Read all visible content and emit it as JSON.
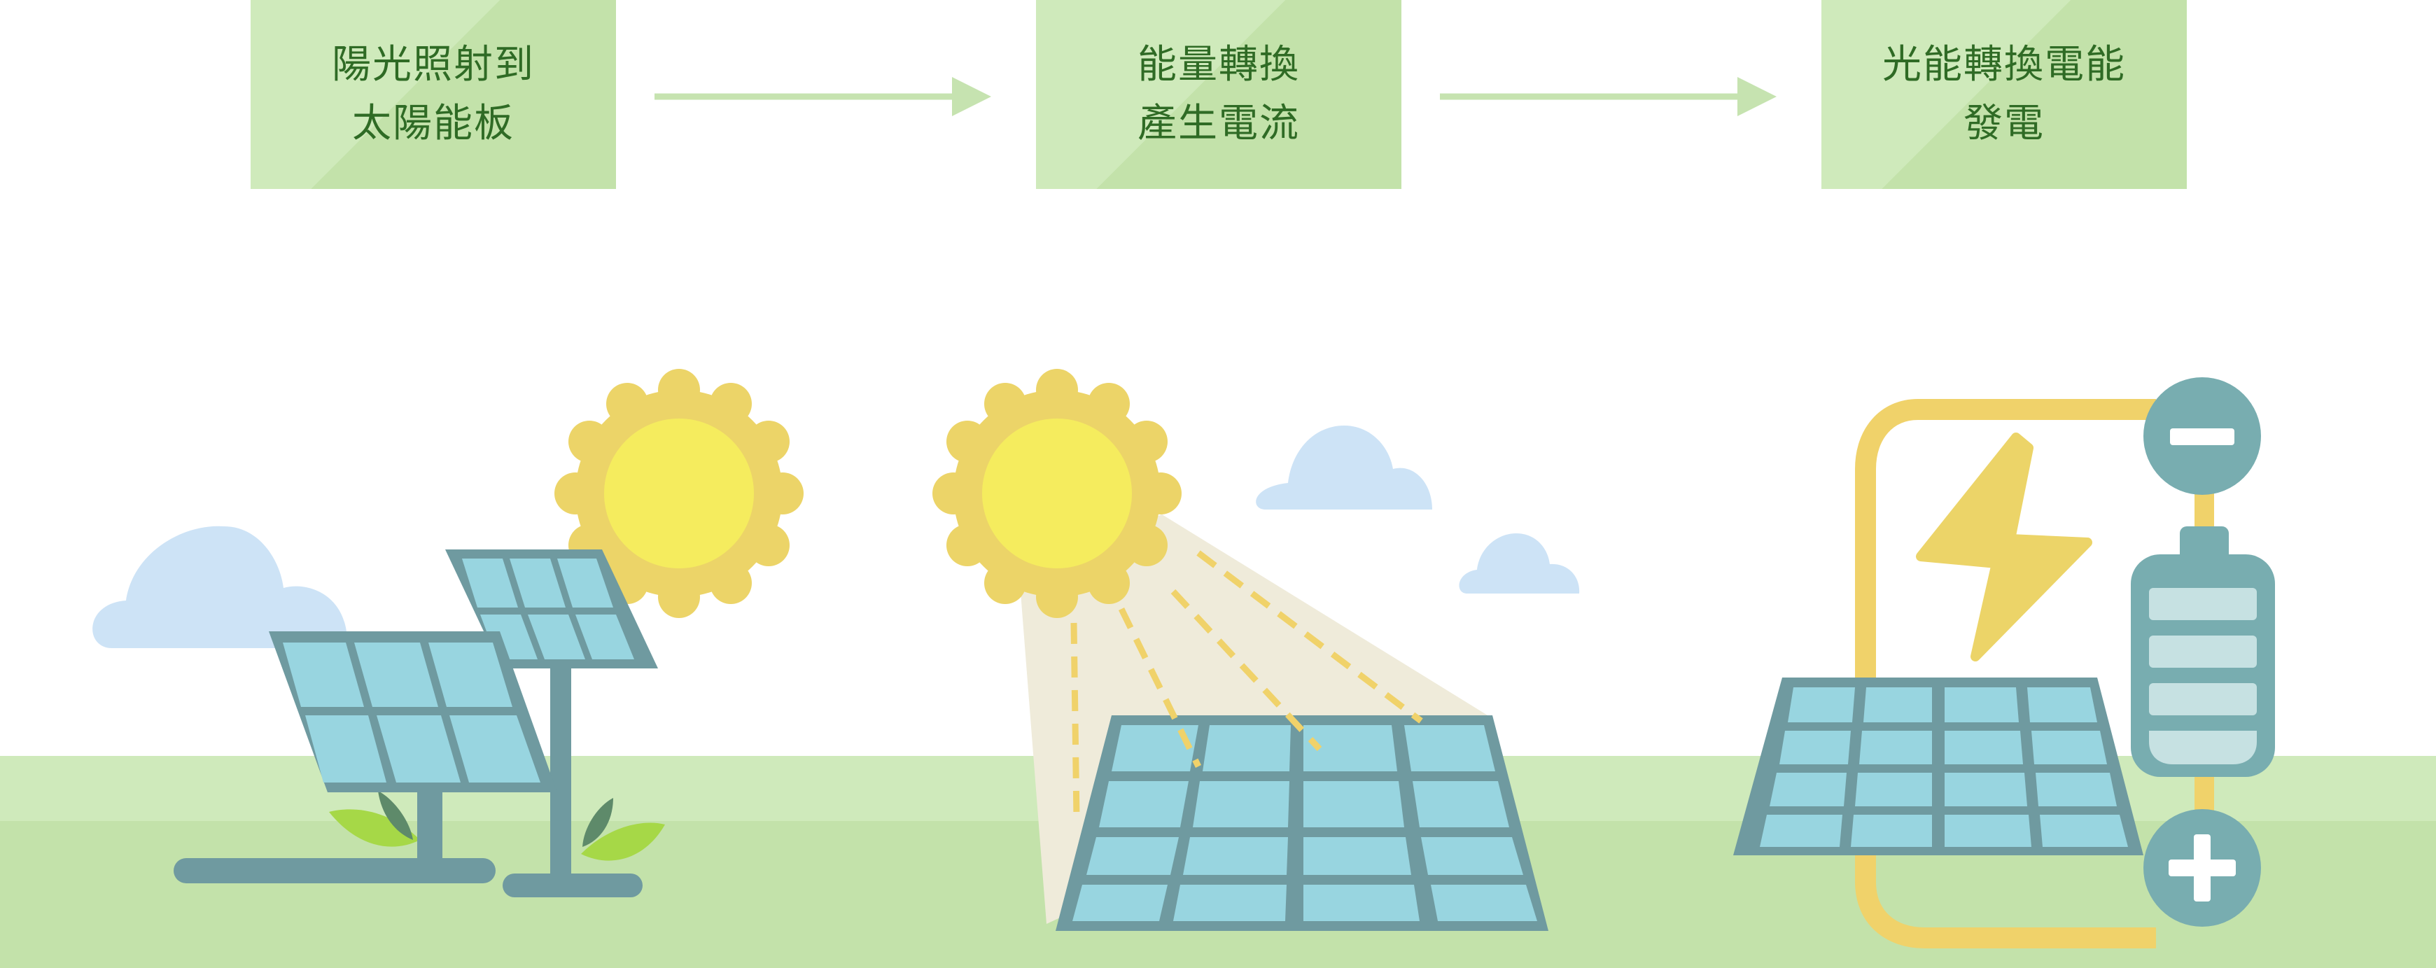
{
  "steps": [
    {
      "lines": [
        "陽光照射到",
        "太陽能板"
      ]
    },
    {
      "lines": [
        "能量轉換",
        "產生電流"
      ]
    },
    {
      "lines": [
        "光能轉換電能",
        "發電"
      ]
    }
  ],
  "colors": {
    "box": "#cfeabb",
    "box_shade": "#c3e2aa",
    "box_text": "#2f6b25",
    "arrow": "#c6e3b0",
    "ground_light": "#cfeabb",
    "ground": "#c3e2aa",
    "sky_cloud": "#cde3f6",
    "sun_outer": "#ecd468",
    "sun_inner": "#f5ec5e",
    "panel_frame": "#6f9aa0",
    "panel_cell": "#98d5e0",
    "beam": "#efebda",
    "ray": "#f0d26a",
    "leaf_light": "#a6d847",
    "leaf_dark": "#5e8a6a",
    "wire": "#f0d26a",
    "battery": "#78adb0",
    "battery_bar": "#c6e1e2",
    "bolt": "#ecd468"
  },
  "icons": [
    "sun-icon",
    "cloud-icon",
    "solar-panel-icon",
    "lightning-bolt-icon",
    "battery-icon",
    "minus-icon",
    "plus-icon",
    "arrow-right-icon"
  ]
}
